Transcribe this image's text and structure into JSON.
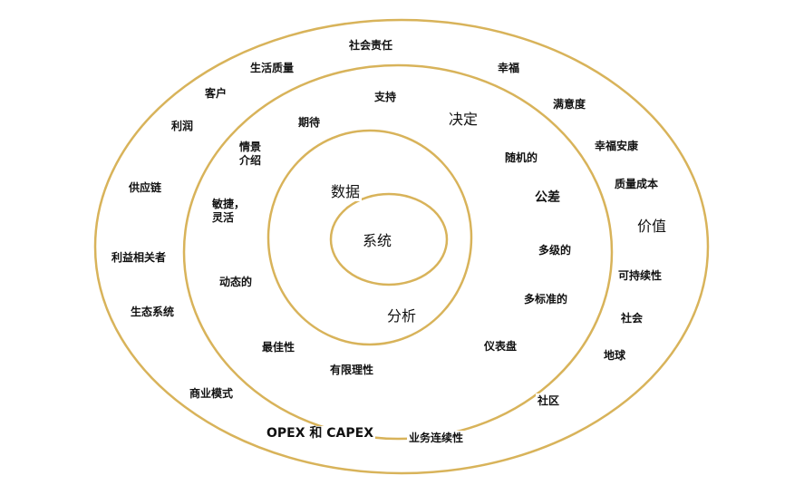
{
  "ring_color": "#d8b35a",
  "labels": {
    "shehui_zeren": "社会责任",
    "shenghuo_zhiliang": "生活质量",
    "xingfu": "幸福",
    "kehu": "客户",
    "zhichi": "支持",
    "manyidu": "满意度",
    "lirun": "利润",
    "qidai": "期待",
    "jueding": "决定",
    "qingjing_jieshao": "情景介绍",
    "xingfu_ankang": "幸福安康",
    "suiji": "随机的",
    "zhiliang_chengben": "质量成本",
    "gongyinglian": "供应链",
    "shuju": "数据",
    "minjie_linghuo": "敏捷，灵活",
    "gongcha": "公差",
    "jiazhi": "价值",
    "xitong": "系统",
    "liyi_xiangguanzhe": "利益相关者",
    "duoji": "多级的",
    "kechixu": "可持续性",
    "dongtai": "动态的",
    "duobiaozhun": "多标准的",
    "shengtai_xitong": "生态系统",
    "fenxi": "分析",
    "shehui": "社会",
    "zuijiaxing": "最佳性",
    "yibiaopan": "仪表盘",
    "diqiu": "地球",
    "youxian_lixing": "有限理性",
    "shangye_moshi": "商业模式",
    "shequ": "社区",
    "opex_capex": "OPEX 和 CAPEX",
    "yewu_lianxuxing": "业务连续性"
  }
}
